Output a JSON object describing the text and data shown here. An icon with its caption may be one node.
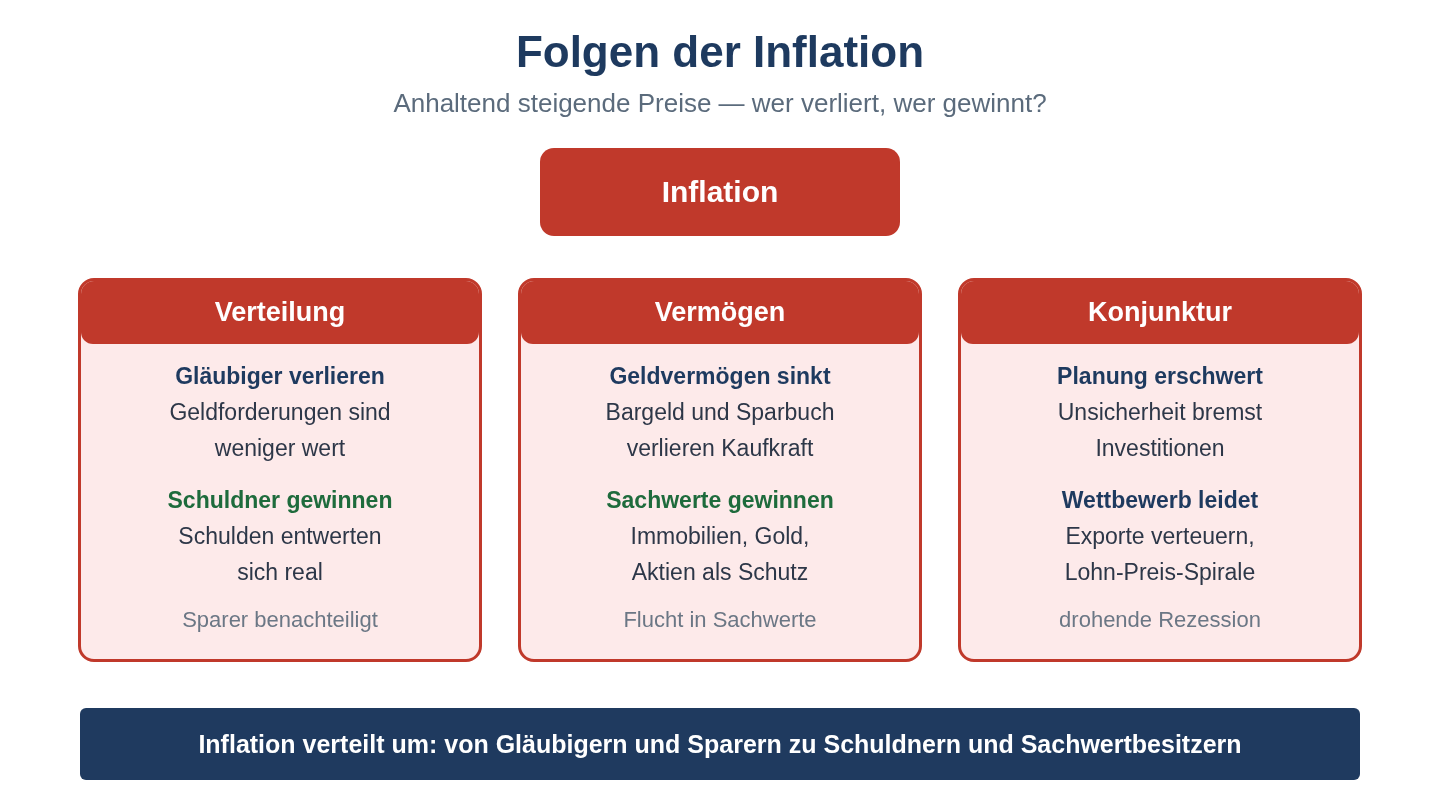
{
  "diagram": {
    "title": "Folgen der Inflation",
    "nodes": [
      {
        "text": [
          "Inflation"
        ]
      },
      {
        "text": [
          "Verteilung",
          "Gläubiger verlieren",
          "Geldforderungen sind weniger wert",
          "Schuldner gewinnen",
          "Schulden entwerten sich real",
          "Sparer benachteiligt"
        ]
      },
      {
        "text": [
          "Vermögen",
          "Geldvermögen sinkt",
          "Bargeld und Sparbuch verlieren Kaufkraft",
          "Sachwerte gewinnen",
          "Immobilien, Gold, Aktien als Schutz",
          "Flucht in Sachwerte"
        ]
      },
      {
        "text": [
          "Konjunktur",
          "Planung erschwert",
          "Unsicherheit bremst Investitionen",
          "Wettbewerb leidet",
          "Exporte verteuern, Lohn-Preis-Spirale",
          "drohende Rezession"
        ]
      },
      {
        "text": [
          "Inflation verteilt um: von Gläubigern und Sparern zu Schuldnern und Sachwertbesitzern"
        ]
      }
    ],
    "labels": [
      "Anhaltend steigende Preise — wer verliert, wer gewinnt?"
    ]
  }
}
